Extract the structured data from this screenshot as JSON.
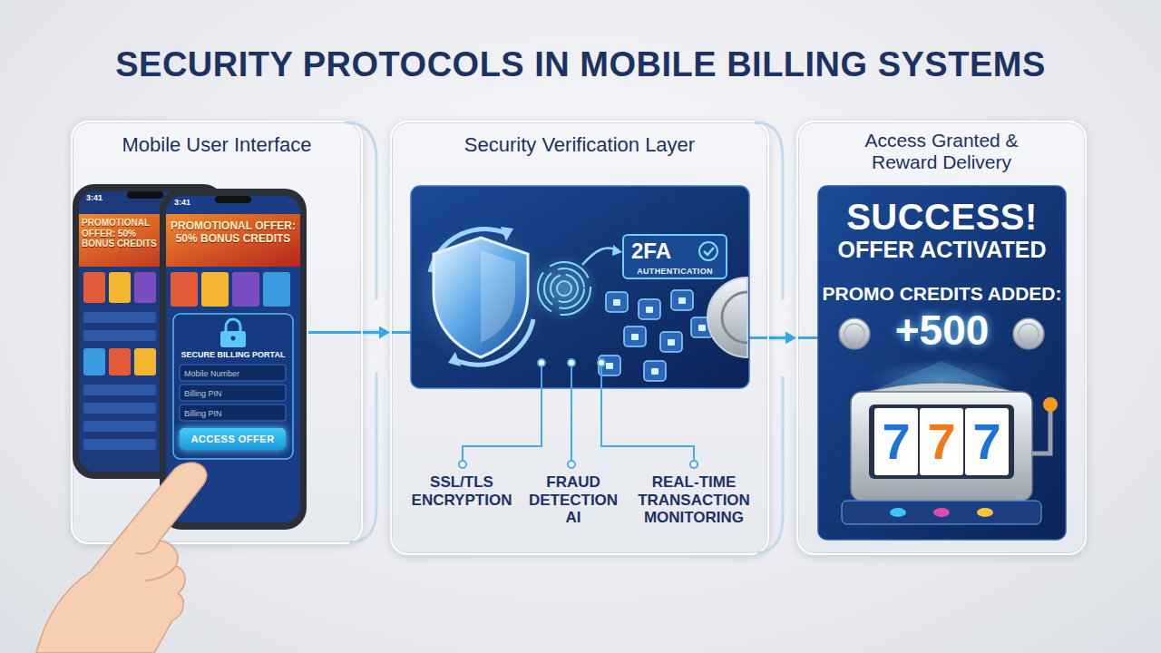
{
  "diagram": {
    "title": "SECURITY PROTOCOLS IN MOBILE BILLING SYSTEMS",
    "nodes": [
      {
        "text": [
          "Mobile User Interface"
        ]
      },
      {
        "text": [
          "ACCESS OFFER"
        ],
        "in": 0
      },
      {
        "text": [
          "Security Verification Layer"
        ]
      },
      {
        "text": [
          "2FA",
          "AUTHENTICATION"
        ],
        "in": 2
      },
      {
        "text": [
          "Access Granted & Reward Delivery"
        ]
      },
      {
        "text": [
          "SUCCESS!",
          "OFFER ACTIVATED",
          "PROMO CREDITS ADDED:",
          "+500"
        ],
        "in": 4
      }
    ],
    "edges": [
      {
        "from": 0,
        "to": 2,
        "arrow": "to"
      },
      {
        "from": 2,
        "to": 4,
        "arrow": "to"
      }
    ],
    "labels": [
      "3:41",
      "3:41",
      "PROMOTIONAL OFFER: 50% BONUS CREDITS",
      "PROMOTIONAL OFFER: 50% BONUS CREDITS",
      "SECURE BILLING PORTAL",
      "Mobile Number",
      "Billing PIN",
      "Billing PIN",
      "SSL/TLS ENCRYPTION",
      "FRAUD DETECTION AI",
      "REAL-TIME TRANSACTION MONITORING",
      "7",
      "7",
      "7"
    ]
  }
}
